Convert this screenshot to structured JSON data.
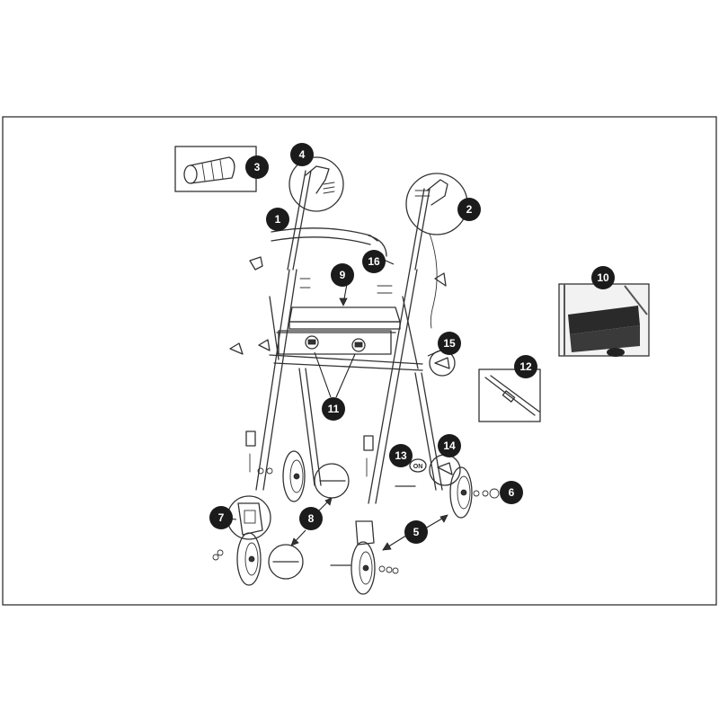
{
  "callouts": [
    {
      "label": "1"
    },
    {
      "label": "2"
    },
    {
      "label": "3"
    },
    {
      "label": "4"
    },
    {
      "label": "5"
    },
    {
      "label": "6"
    },
    {
      "label": "7"
    },
    {
      "label": "8"
    },
    {
      "label": "9"
    },
    {
      "label": "10"
    },
    {
      "label": "11"
    },
    {
      "label": "12"
    },
    {
      "label": "13"
    },
    {
      "label": "14"
    },
    {
      "label": "15"
    },
    {
      "label": "16"
    }
  ],
  "inset_text": {
    "tag_13": "ON"
  },
  "colors": {
    "callout_fill": "#1b1b1b",
    "line": "#333333",
    "background": "#ffffff"
  }
}
